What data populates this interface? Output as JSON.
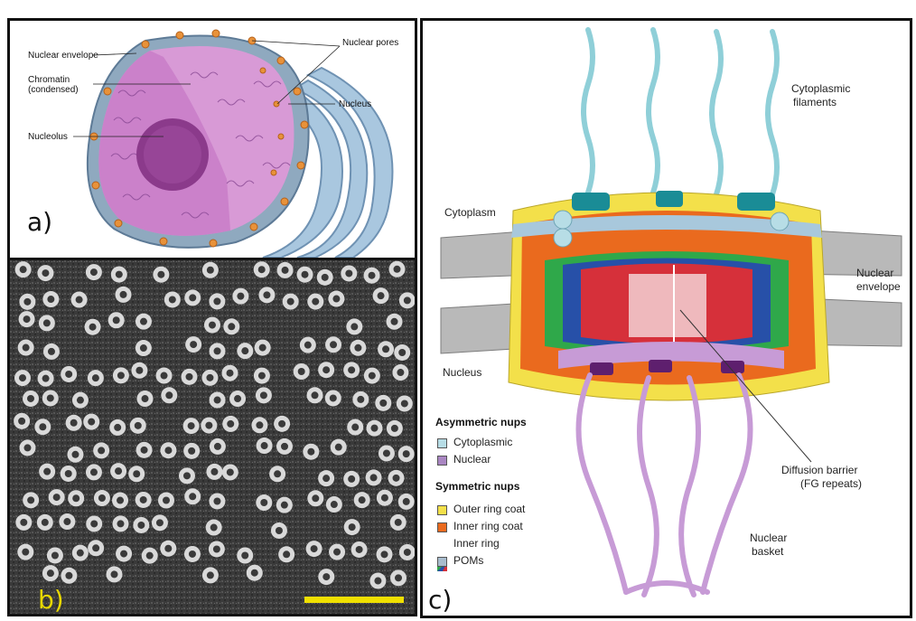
{
  "panel_a": {
    "letter": "a)",
    "labels": {
      "nuclear_envelope": "Nuclear envelope",
      "chromatin_line1": "Chromatin",
      "chromatin_line2": "(condensed)",
      "nucleolus": "Nucleolus",
      "nuclear_pores": "Nuclear pores",
      "nucleus": "Nucleus"
    }
  },
  "panel_b": {
    "letter": "b)",
    "scale_bar_color": "#f0e000"
  },
  "panel_c": {
    "letter": "c)",
    "labels": {
      "cytoplasmic_filaments_line1": "Cytoplasmic",
      "cytoplasmic_filaments_line2": "filaments",
      "cytoplasm": "Cytoplasm",
      "nuclear_envelope_line1": "Nuclear",
      "nuclear_envelope_line2": "envelope",
      "nucleus": "Nucleus",
      "diffusion_barrier_line1": "Diffusion barrier",
      "diffusion_barrier_line2": "(FG repeats)",
      "nuclear_basket_line1": "Nuclear",
      "nuclear_basket_line2": "basket"
    },
    "legend": {
      "asymmetric_title": "Asymmetric nups",
      "asymmetric_items": [
        {
          "label": "Cytoplasmic",
          "color": "#b7dde6"
        },
        {
          "label": "Nuclear",
          "color": "#a986c2"
        }
      ],
      "symmetric_title": "Symmetric nups",
      "symmetric_items": [
        {
          "label": "Outer ring coat",
          "color": "#f3e04a"
        },
        {
          "label": "Inner ring coat",
          "color": "#ea6a1e"
        },
        {
          "label": "Inner ring",
          "color": "multicolor"
        },
        {
          "label": "POMs",
          "color": "#a8bccd"
        }
      ]
    }
  },
  "colors": {
    "cytoplasmic_filament": "#8fcfd8",
    "nuclear_basket": "#c79bd6",
    "outer_ring": "#f3e04a",
    "inner_ring_coat": "#ea6a1e",
    "inner_ring_red": "#d6303a",
    "inner_ring_blue": "#2750a8",
    "inner_ring_green": "#2fa84a",
    "pom": "#a8bccd",
    "teal_block": "#1a8c96",
    "nucleoplasm": "#c87cc8",
    "nucleolus": "#8b3a8b"
  }
}
